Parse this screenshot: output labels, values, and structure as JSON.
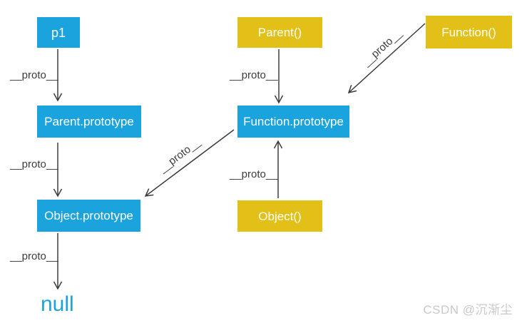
{
  "diagram": {
    "title_implicit": "JavaScript prototype chain",
    "edge_label": "__proto__",
    "nodes": {
      "p1": "p1",
      "parent_constructor": "Parent()",
      "function_constructor": "Function()",
      "parent_prototype": "Parent.prototype",
      "function_prototype": "Function.prototype",
      "object_prototype": "Object.prototype",
      "object_constructor": "Object()",
      "null_value": "null"
    },
    "edges": [
      {
        "from": "p1",
        "to": "Parent.prototype",
        "label": "__proto__"
      },
      {
        "from": "Parent()",
        "to": "Function.prototype",
        "label": "__proto__"
      },
      {
        "from": "Function()",
        "to": "Function.prototype",
        "label": "__proto__"
      },
      {
        "from": "Object()",
        "to": "Function.prototype",
        "label": "__proto__"
      },
      {
        "from": "Parent.prototype",
        "to": "Object.prototype",
        "label": "__proto__"
      },
      {
        "from": "Function.prototype",
        "to": "Object.prototype",
        "label": "__proto__"
      },
      {
        "from": "Object.prototype",
        "to": "null",
        "label": "__proto__"
      }
    ],
    "colors": {
      "node_blue": "#1aa3dd",
      "node_yellow": "#e3c017",
      "arrow": "#3c3c3c",
      "null_text": "#1aa3dd",
      "watermark": "#c9c9c9"
    }
  },
  "watermark": "CSDN @沉渐尘"
}
